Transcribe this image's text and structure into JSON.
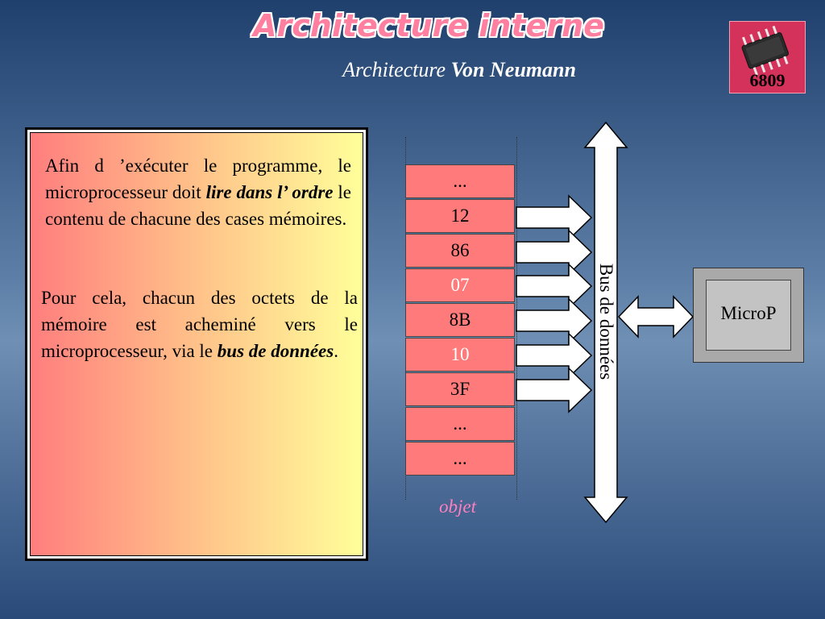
{
  "header": {
    "title": "Architecture interne",
    "subtitle_plain": "Architecture",
    "subtitle_bold": "Von Neumann"
  },
  "logo": {
    "label": "6809",
    "icon": "chip-icon"
  },
  "text": {
    "p1_a": "Afin d ’exécuter le programme, le microprocesseur doit ",
    "p1_em": "lire dans l’ ordre",
    "p1_b": " le contenu de chacune des cases mémoires.",
    "p2_a": "Pour cela, chacun des octets de la mémoire est acheminé vers le microprocesseur, via le ",
    "p2_em": "bus de données",
    "p2_b": "."
  },
  "memory": {
    "cells": [
      "...",
      "12",
      "86",
      "07",
      "8B",
      "10",
      "3F",
      "...",
      "..."
    ],
    "label": "objet"
  },
  "bus": {
    "label": "Bus de données"
  },
  "cpu": {
    "label": "MicroP"
  },
  "colors": {
    "title": "#ff7fa0",
    "memory_cell": "#ff7b7b",
    "objet_label": "#ff7fbf",
    "logo_bg": "#d4325a"
  }
}
